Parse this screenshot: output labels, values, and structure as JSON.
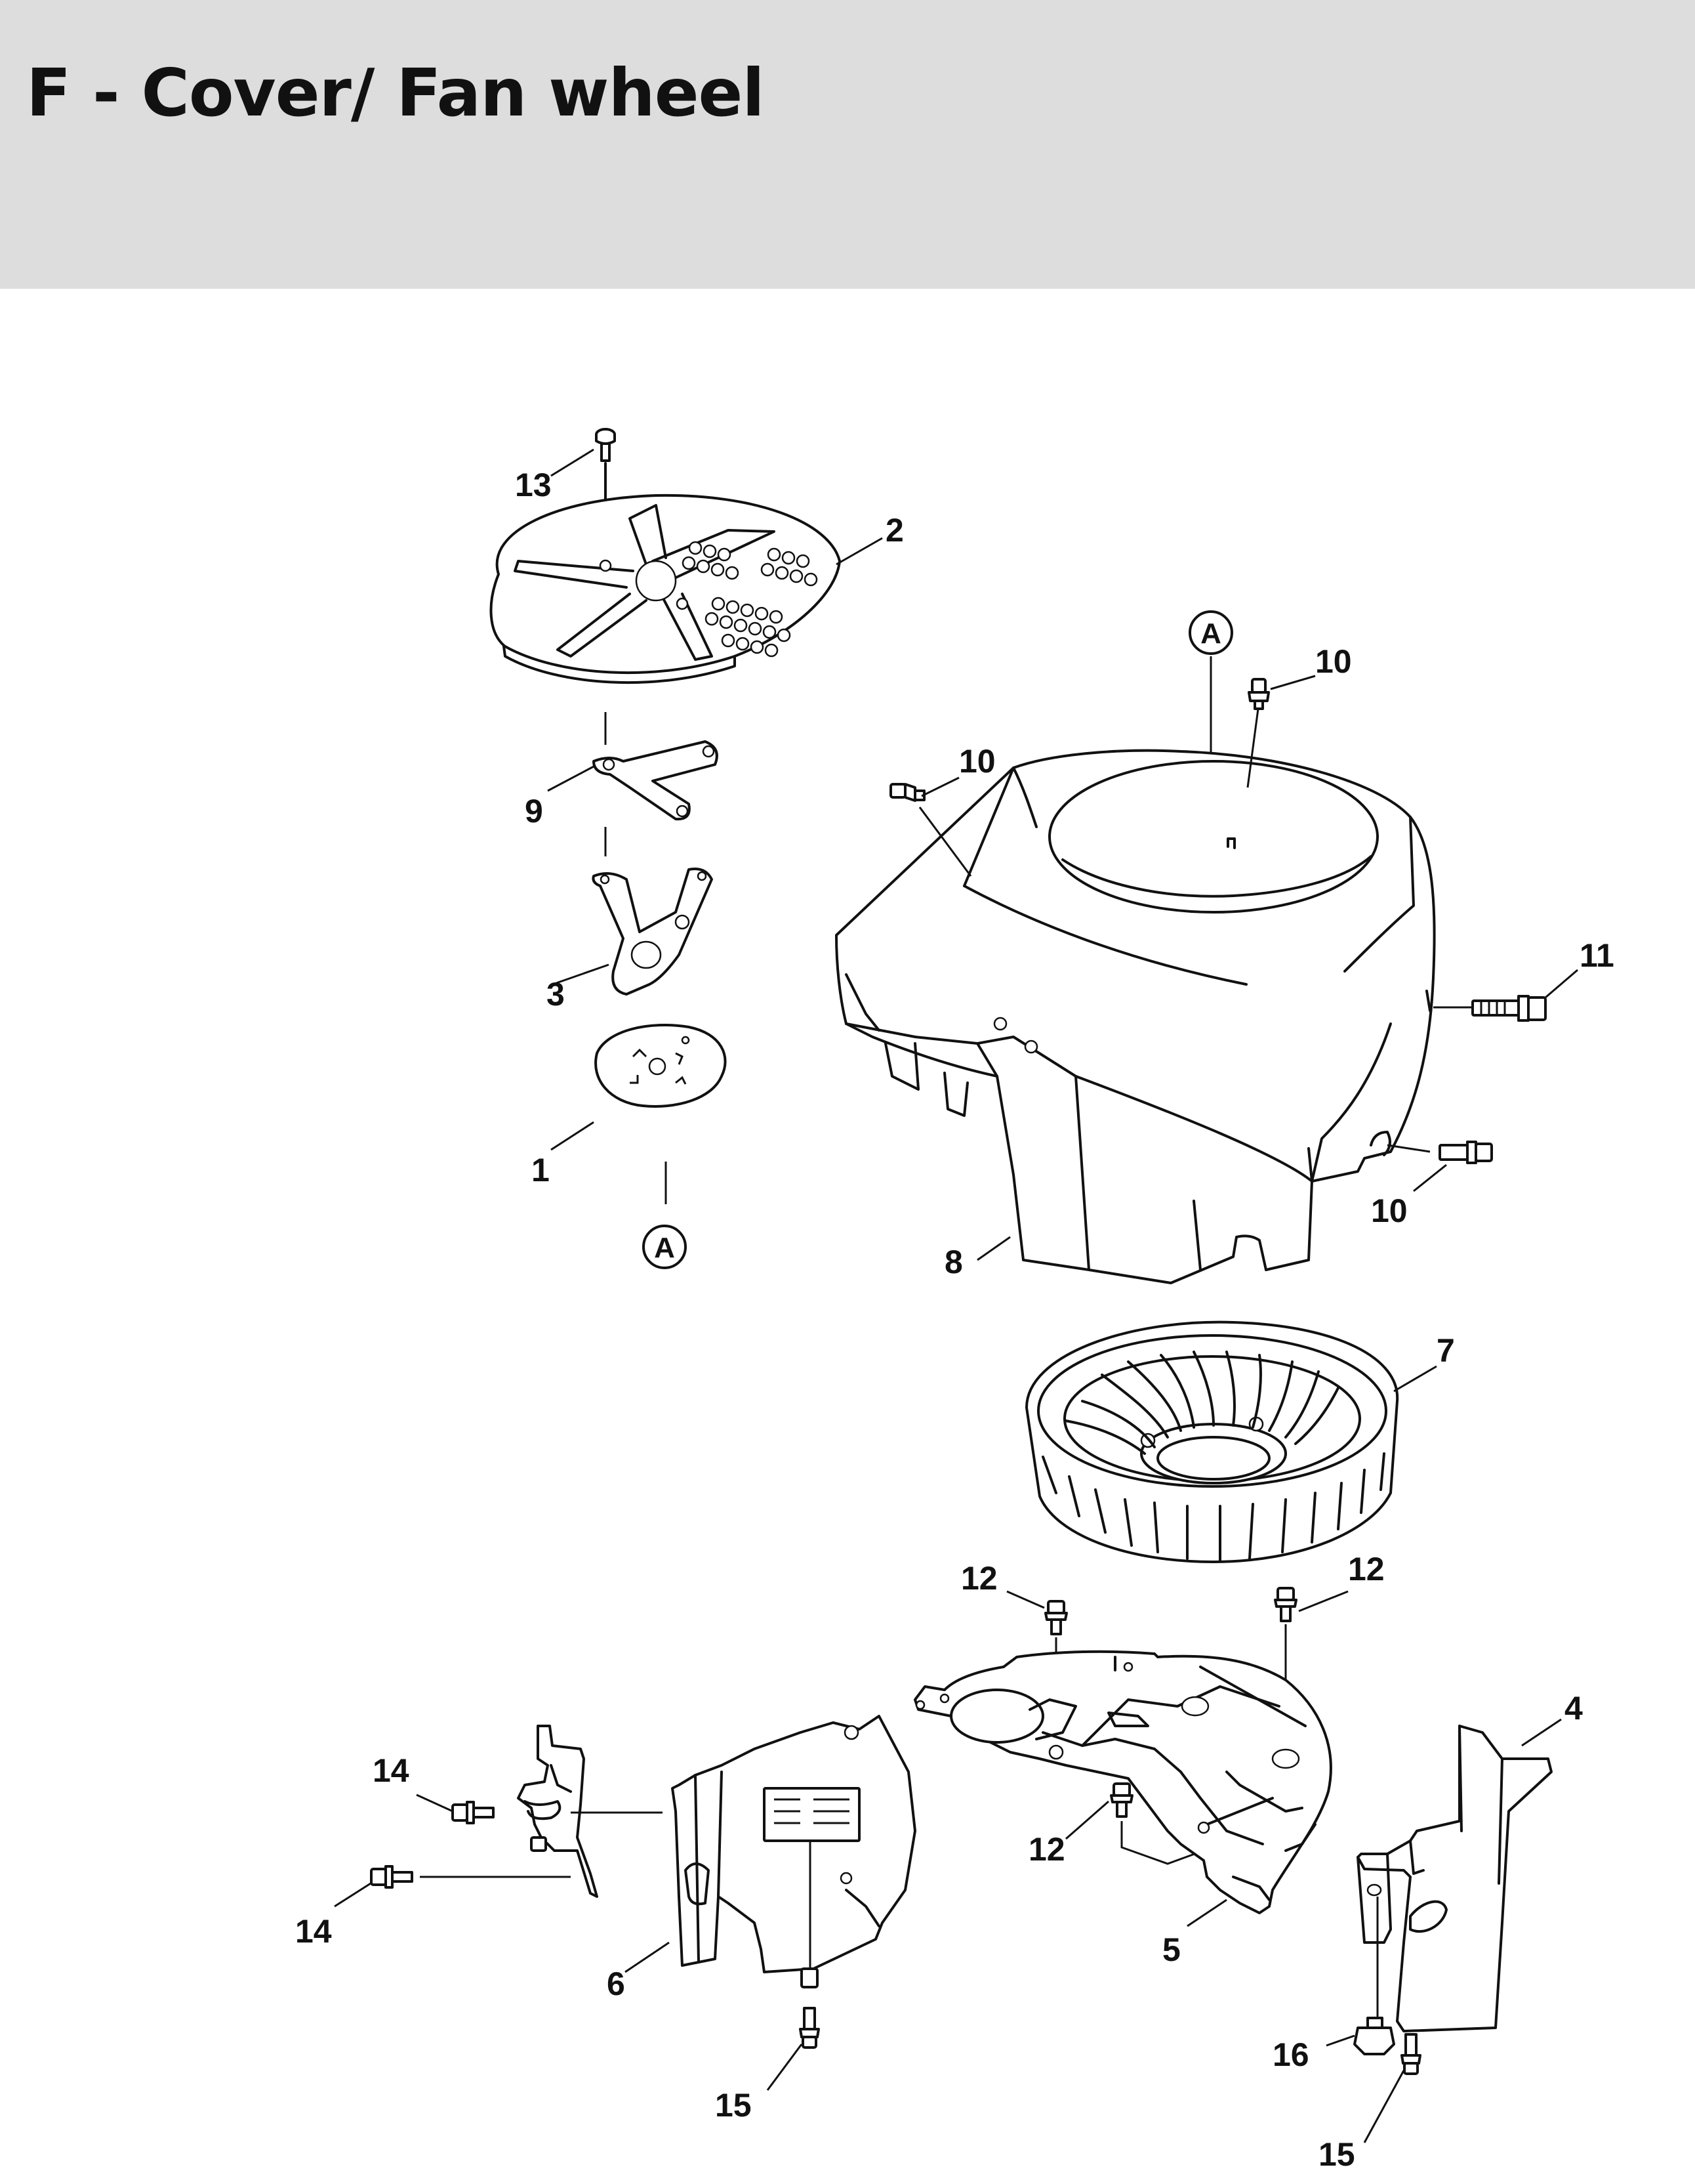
{
  "page": {
    "title": "F - Cover/ Fan wheel"
  },
  "diagram": {
    "reference_marker": "A",
    "callouts": [
      {
        "id": "c13",
        "label": "13"
      },
      {
        "id": "c2",
        "label": "2"
      },
      {
        "id": "c9",
        "label": "9"
      },
      {
        "id": "c3",
        "label": "3"
      },
      {
        "id": "c1",
        "label": "1"
      },
      {
        "id": "c10a",
        "label": "10"
      },
      {
        "id": "c10b",
        "label": "10"
      },
      {
        "id": "c10c",
        "label": "10"
      },
      {
        "id": "c11",
        "label": "11"
      },
      {
        "id": "c8",
        "label": "8"
      },
      {
        "id": "c7",
        "label": "7"
      },
      {
        "id": "c12a",
        "label": "12"
      },
      {
        "id": "c12b",
        "label": "12"
      },
      {
        "id": "c12c",
        "label": "12"
      },
      {
        "id": "c4",
        "label": "4"
      },
      {
        "id": "c14a",
        "label": "14"
      },
      {
        "id": "c14b",
        "label": "14"
      },
      {
        "id": "c6",
        "label": "6"
      },
      {
        "id": "c5",
        "label": "5"
      },
      {
        "id": "c16",
        "label": "16"
      },
      {
        "id": "c15a",
        "label": "15"
      },
      {
        "id": "c15b",
        "label": "15"
      }
    ]
  }
}
